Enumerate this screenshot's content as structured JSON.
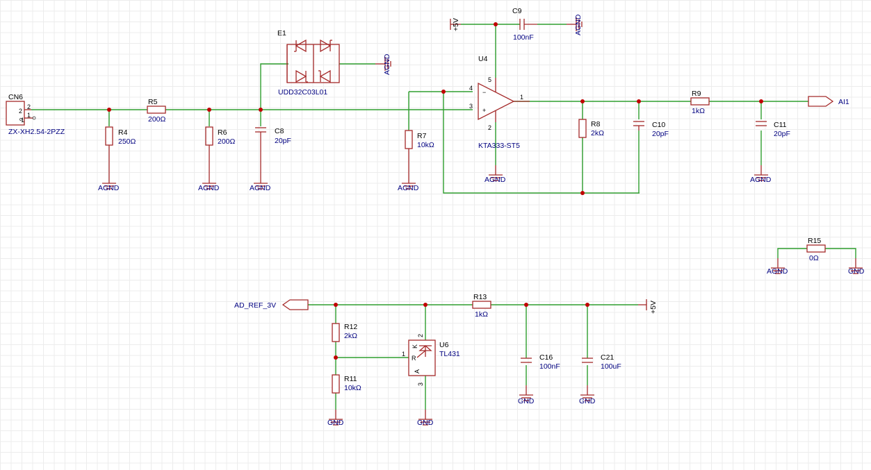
{
  "colors": {
    "wire": "#2e9e2e",
    "component": "#a52a2a",
    "junction": "#c00000",
    "designator_text": "#000000",
    "value_text": "#000080",
    "grid": "#ececec"
  },
  "components": {
    "cn6": {
      "designator": "CN6",
      "value": "ZX-XH2.54-2PZZ",
      "pin1": "1",
      "pin2": "2",
      "pin2b": "2"
    },
    "r4": {
      "designator": "R4",
      "value": "250Ω"
    },
    "r5": {
      "designator": "R5",
      "value": "200Ω"
    },
    "r6": {
      "designator": "R6",
      "value": "200Ω"
    },
    "c8": {
      "designator": "C8",
      "value": "20pF"
    },
    "e1": {
      "designator": "E1",
      "value": "UDD32C03L01"
    },
    "r7": {
      "designator": "R7",
      "value": "10kΩ"
    },
    "u4": {
      "designator": "U4",
      "value": "KTA333-ST5",
      "pin4": "4",
      "pin3": "3",
      "pin5": "5",
      "pin2": "2",
      "pin1": "1",
      "minus": "−",
      "plus": "+"
    },
    "c9": {
      "designator": "C9",
      "value": "100nF"
    },
    "r8": {
      "designator": "R8",
      "value": "2kΩ"
    },
    "c10": {
      "designator": "C10",
      "value": "20pF"
    },
    "r9": {
      "designator": "R9",
      "value": "1kΩ"
    },
    "c11": {
      "designator": "C11",
      "value": "20pF"
    },
    "r15": {
      "designator": "R15",
      "value": "0Ω"
    },
    "r12": {
      "designator": "R12",
      "value": "2kΩ"
    },
    "r11": {
      "designator": "R11",
      "value": "10kΩ"
    },
    "u6": {
      "designator": "U6",
      "value": "TL431",
      "pin1": "1",
      "pin2": "2",
      "pin3": "3",
      "r": "R",
      "k": "K",
      "a": "A"
    },
    "r13": {
      "designator": "R13",
      "value": "1kΩ"
    },
    "c16": {
      "designator": "C16",
      "value": "100nF"
    },
    "c21": {
      "designator": "C21",
      "value": "100uF"
    }
  },
  "nets": {
    "agnd": "AGND",
    "gnd": "GND",
    "plus5v": "+5V",
    "ai1": "AI1",
    "ad_ref": "AD_REF_3V"
  }
}
